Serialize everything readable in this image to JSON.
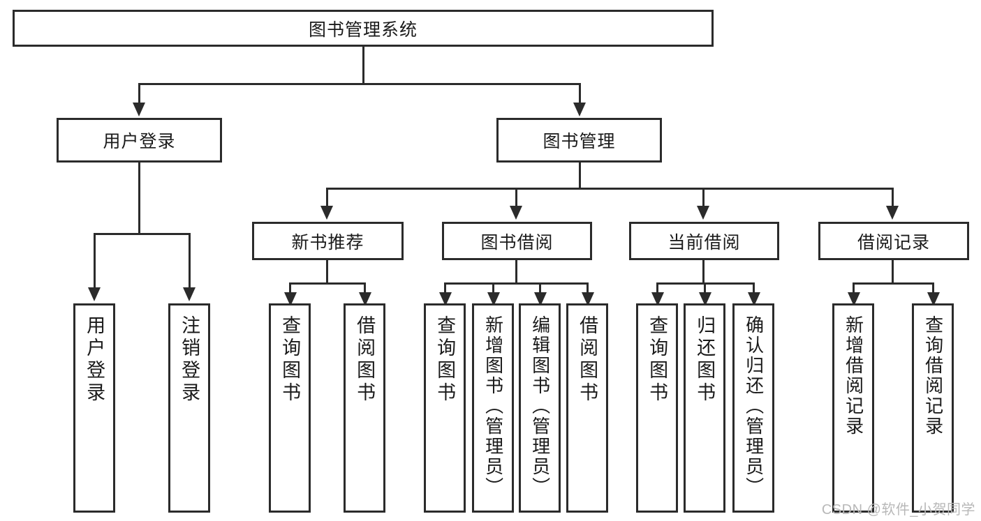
{
  "diagram": {
    "title": "图书管理系统",
    "type": "hierarchy-tree",
    "levels": 4,
    "root": {
      "label": "图书管理系统"
    },
    "level2": [
      {
        "label": "用户登录"
      },
      {
        "label": "图书管理"
      }
    ],
    "level3": [
      {
        "label": "新书推荐"
      },
      {
        "label": "图书借阅"
      },
      {
        "label": "当前借阅"
      },
      {
        "label": "借阅记录"
      }
    ],
    "leaves": {
      "user_login": [
        {
          "label": "用户登录"
        },
        {
          "label": "注销登录"
        }
      ],
      "new_book_recommend": [
        {
          "label": "查询图书"
        },
        {
          "label": "借阅图书"
        }
      ],
      "book_borrow": [
        {
          "label": "查询图书"
        },
        {
          "label": "新增图书（管理员）"
        },
        {
          "label": "编辑图书（管理员）"
        },
        {
          "label": "借阅图书"
        }
      ],
      "current_borrow": [
        {
          "label": "查询图书"
        },
        {
          "label": "归还图书"
        },
        {
          "label": "确认归还（管理员）"
        }
      ],
      "borrow_record": [
        {
          "label": "新增借阅记录"
        },
        {
          "label": "查询借阅记录"
        }
      ]
    }
  },
  "watermark": {
    "text": "CSDN @软件_小贺同学"
  },
  "colors": {
    "border": "#2b2b2b",
    "background": "#ffffff",
    "text": "#1a1a1a",
    "watermark": "#b8b8b8"
  }
}
